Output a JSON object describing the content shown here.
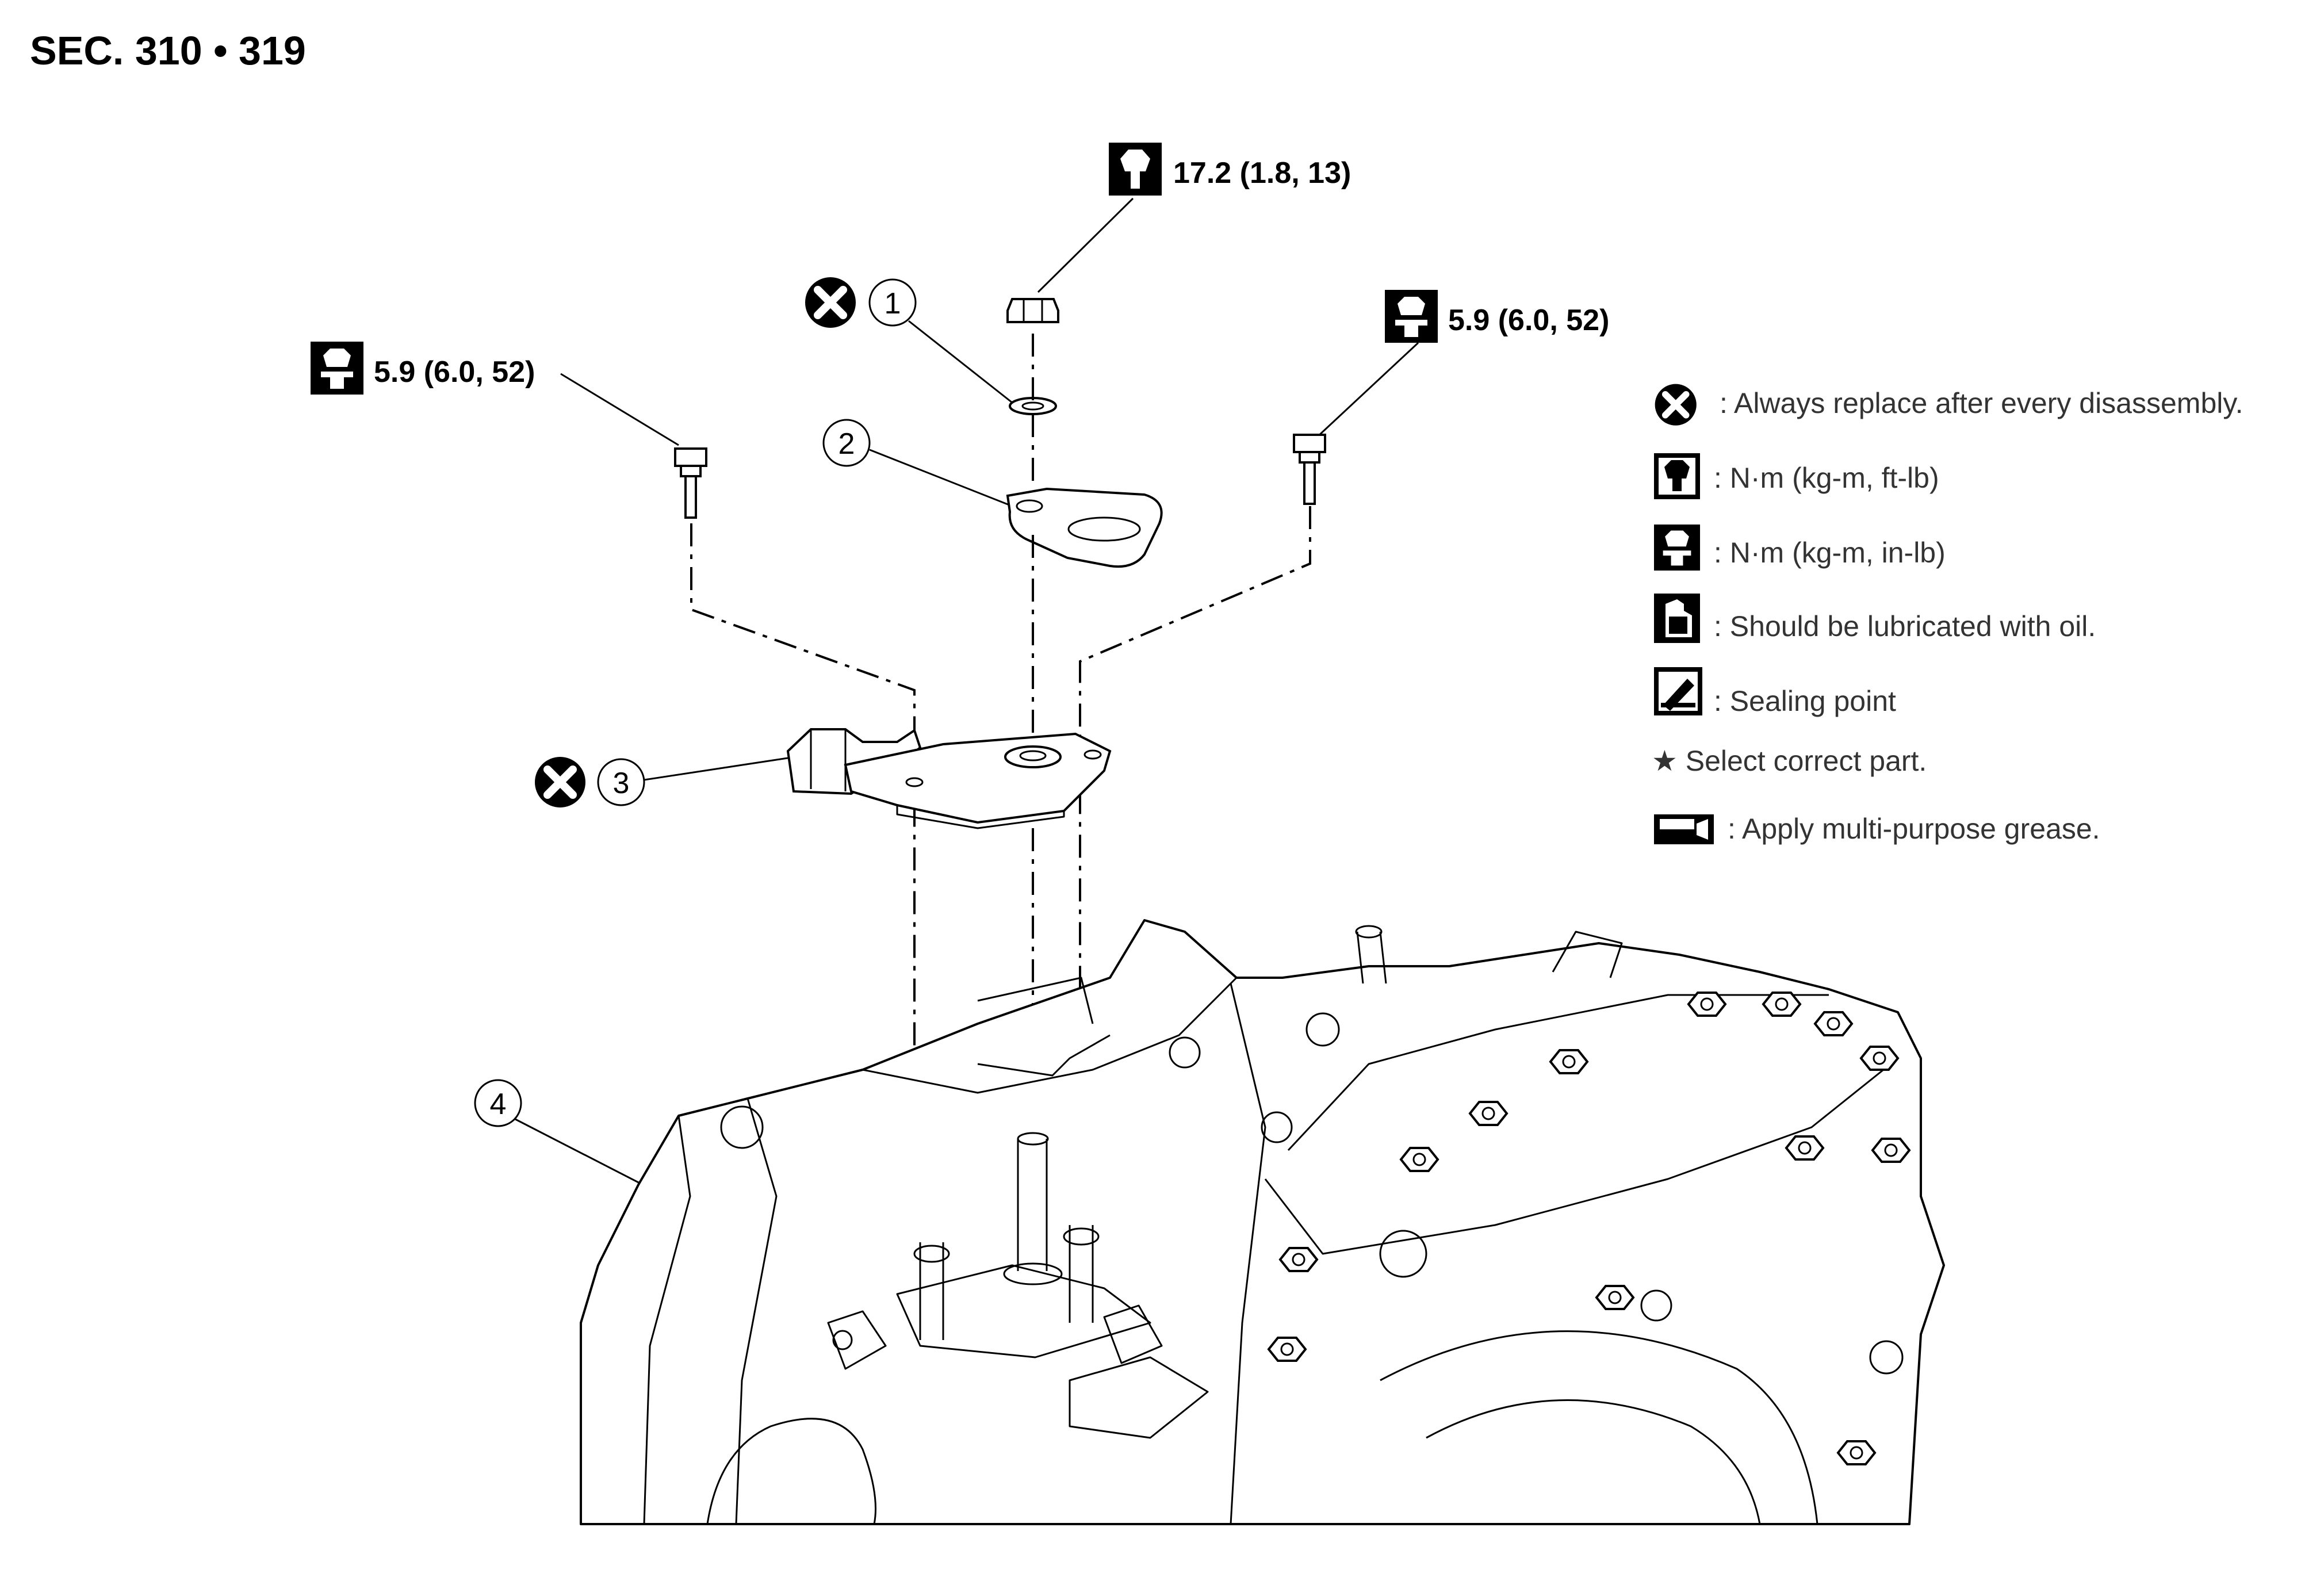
{
  "section_ref": "SEC. 310 • 319",
  "torques": {
    "nut": "17.2 (1.8, 13)",
    "bolt_left": "5.9 (6.0, 52)",
    "bolt_right": "5.9 (6.0, 52)"
  },
  "callouts": {
    "c1": "1",
    "c2": "2",
    "c3": "3",
    "c4": "4"
  },
  "legend": {
    "always_replace": ": Always replace after every disassembly.",
    "torque_ftlb": ": N·m (kg-m, ft-lb)",
    "torque_inlb": ": N·m (kg-m, in-lb)",
    "lubricate": ": Should be lubricated with oil.",
    "sealing": ": Sealing point",
    "select_part": "★ Select correct part.",
    "grease": ": Apply multi-purpose grease."
  }
}
